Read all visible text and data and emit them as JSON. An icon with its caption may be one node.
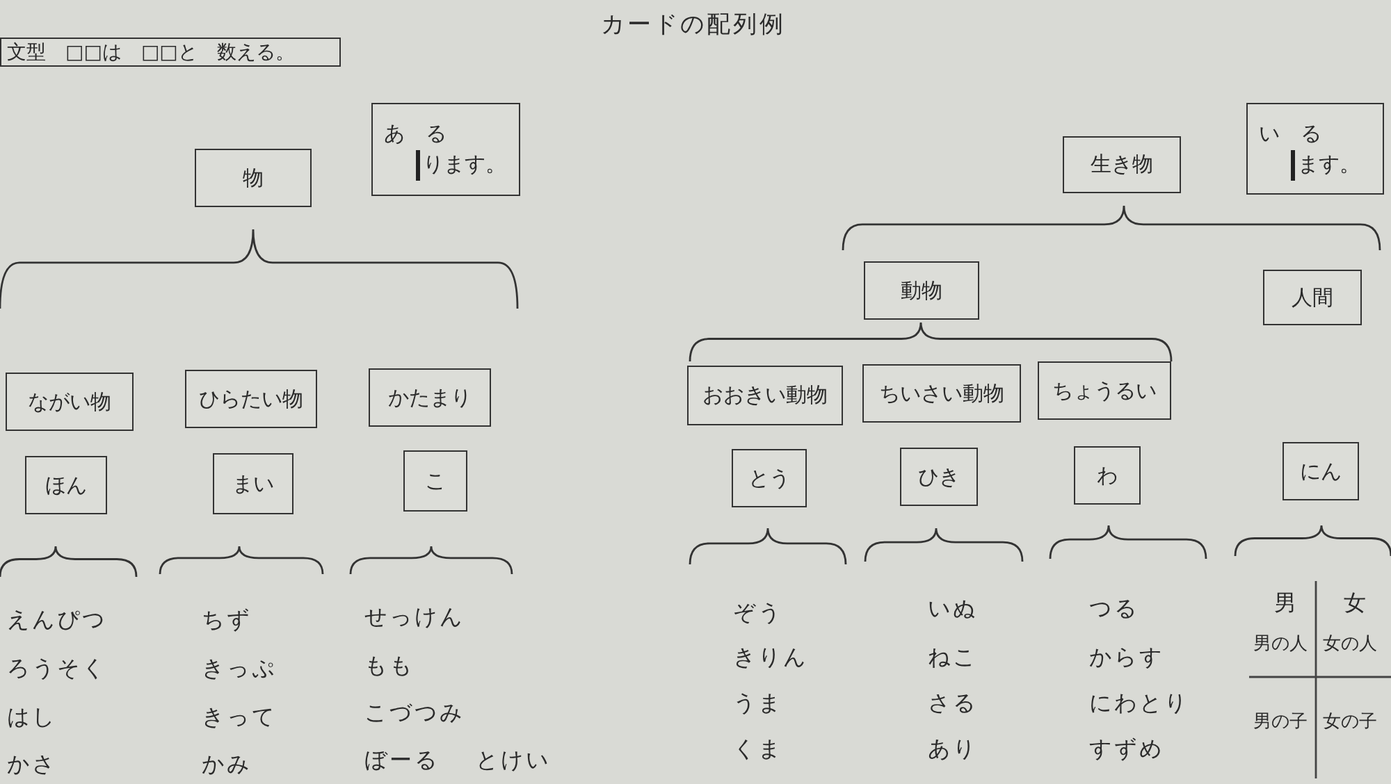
{
  "diagram": {
    "title": "カードの配列例",
    "nodes": [
      {
        "text": [
          "文型　□□は　□□と　数える。"
        ]
      },
      {
        "text": [
          "物"
        ]
      },
      {
        "text": [
          "あ　る",
          "ります。"
        ]
      },
      {
        "text": [
          "生き物"
        ]
      },
      {
        "text": [
          "い　る",
          "ます。"
        ]
      },
      {
        "text": [
          "ながい物"
        ]
      },
      {
        "text": [
          "ひらたい物"
        ]
      },
      {
        "text": [
          "かたまり"
        ]
      },
      {
        "text": [
          "動物"
        ]
      },
      {
        "text": [
          "人間"
        ]
      },
      {
        "text": [
          "おおきい動物"
        ]
      },
      {
        "text": [
          "ちいさい動物"
        ]
      },
      {
        "text": [
          "ちょうるい"
        ]
      },
      {
        "text": [
          "ほん"
        ]
      },
      {
        "text": [
          "まい"
        ]
      },
      {
        "text": [
          "こ"
        ]
      },
      {
        "text": [
          "とう"
        ]
      },
      {
        "text": [
          "ひき"
        ]
      },
      {
        "text": [
          "わ"
        ]
      },
      {
        "text": [
          "にん"
        ]
      }
    ],
    "labels": [
      "えんぴつ",
      "ろうそく",
      "はし",
      "かさ",
      "ちず",
      "きっぷ",
      "きって",
      "かみ",
      "せっけん",
      "もも",
      "こづつみ",
      "ぼーる",
      "とけい",
      "ぞう",
      "きりん",
      "うま",
      "くま",
      "いぬ",
      "ねこ",
      "さる",
      "あり",
      "つる",
      "からす",
      "にわとり",
      "すずめ",
      "男",
      "女",
      "男の人",
      "女の人",
      "男の子",
      "女の子"
    ]
  }
}
